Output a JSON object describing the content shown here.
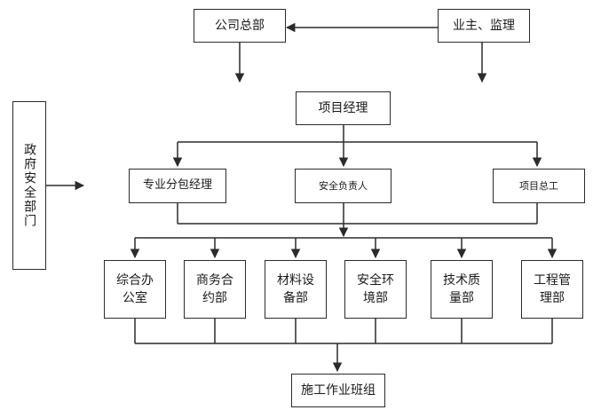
{
  "diagram": {
    "nodes": {
      "company_hq": "公司总部",
      "owner_supervisor": "业主、监理",
      "project_manager": "项目经理",
      "subcontract_manager": "专业分包经理",
      "safety_officer": "安全负责人",
      "chief_engineer": "项目总工",
      "government_safety": "政府安全部门",
      "dept_office": "综合办\n公室",
      "dept_commerce": "商务合\n约部",
      "dept_materials": "材料设\n备部",
      "dept_safety": "安全环\n境部",
      "dept_quality": "技术质\n量部",
      "dept_engineering": "工程管\n理部",
      "construction_team": "施工作业班组"
    }
  }
}
